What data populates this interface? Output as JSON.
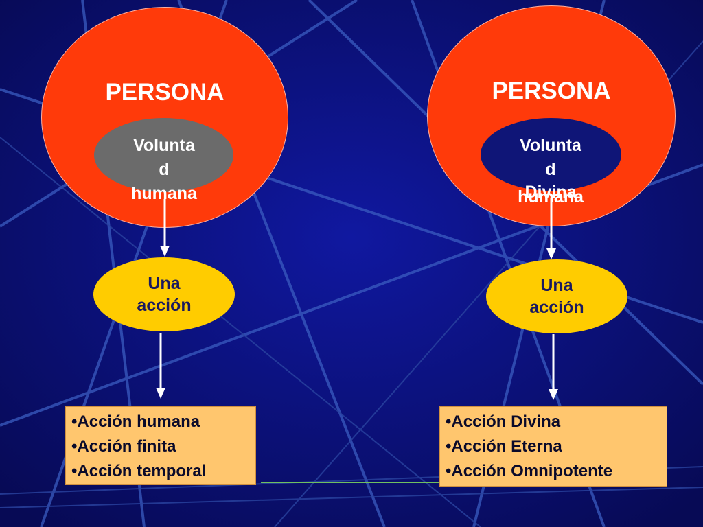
{
  "colors": {
    "background": "#0a0c6e",
    "persona": "#ff3a0a",
    "will_human": "#6b6b6b",
    "will_divine": "#0f1577",
    "action": "#ffcc00",
    "list_box": "#ffc66e"
  },
  "left": {
    "persona": "PERSONA",
    "will_line1": "Volunta",
    "will_line2": "d",
    "will_line3": "humana",
    "action_line1": "Una",
    "action_line2": "acción",
    "items": [
      "•Acción humana",
      "•Acción finita",
      "•Acción temporal"
    ]
  },
  "right": {
    "persona": "PERSONA",
    "will_line1": "Volunta",
    "will_line2": "d",
    "will_line3": "Divina",
    "will_line3_overlap": "humana",
    "action_line1": "Una",
    "action_line2": "acción",
    "items": [
      "•Acción Divina",
      "•Acción Eterna",
      "•Acción Omnipotente"
    ]
  }
}
